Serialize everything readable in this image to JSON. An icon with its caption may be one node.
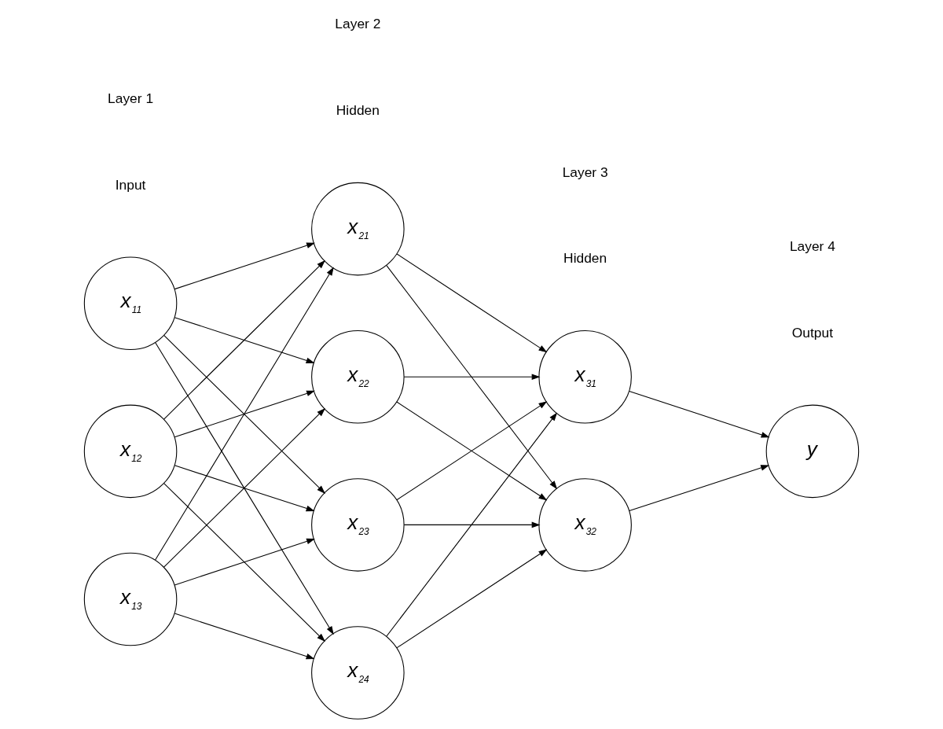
{
  "diagram": {
    "nodes": [
      {
        "text": [
          "x$_{11}$"
        ]
      },
      {
        "text": [
          "x$_{12}$"
        ]
      },
      {
        "text": [
          "x$_{13}$"
        ]
      },
      {
        "text": [
          "x$_{21}$"
        ]
      },
      {
        "text": [
          "x$_{22}$"
        ]
      },
      {
        "text": [
          "x$_{23}$"
        ]
      },
      {
        "text": [
          "x$_{24}$"
        ]
      },
      {
        "text": [
          "x$_{31}$"
        ]
      },
      {
        "text": [
          "x$_{32}$"
        ]
      },
      {
        "text": [
          "y"
        ]
      }
    ],
    "edges": [
      {
        "from": 0,
        "to": 3,
        "arrow": "to"
      },
      {
        "from": 0,
        "to": 4,
        "arrow": "to"
      },
      {
        "from": 0,
        "to": 5,
        "arrow": "to"
      },
      {
        "from": 0,
        "to": 6,
        "arrow": "to"
      },
      {
        "from": 1,
        "to": 3,
        "arrow": "to"
      },
      {
        "from": 1,
        "to": 4,
        "arrow": "to"
      },
      {
        "from": 1,
        "to": 5,
        "arrow": "to"
      },
      {
        "from": 1,
        "to": 6,
        "arrow": "to"
      },
      {
        "from": 2,
        "to": 3,
        "arrow": "to"
      },
      {
        "from": 2,
        "to": 4,
        "arrow": "to"
      },
      {
        "from": 2,
        "to": 5,
        "arrow": "to"
      },
      {
        "from": 2,
        "to": 6,
        "arrow": "to"
      },
      {
        "from": 3,
        "to": 7,
        "arrow": "to"
      },
      {
        "from": 3,
        "to": 8,
        "arrow": "to"
      },
      {
        "from": 4,
        "to": 7,
        "arrow": "to"
      },
      {
        "from": 4,
        "to": 8,
        "arrow": "to"
      },
      {
        "from": 5,
        "to": 7,
        "arrow": "to"
      },
      {
        "from": 5,
        "to": 8,
        "arrow": "to"
      },
      {
        "from": 6,
        "to": 7,
        "arrow": "to"
      },
      {
        "from": 6,
        "to": 8,
        "arrow": "to"
      },
      {
        "from": 7,
        "to": 9,
        "arrow": "to"
      },
      {
        "from": 8,
        "to": 9,
        "arrow": "to"
      }
    ],
    "labels": [
      "Layer 1",
      "Input",
      "Layer 2",
      "Hidden",
      "Layer 3",
      "Hidden",
      "Layer 4",
      "Output"
    ]
  }
}
